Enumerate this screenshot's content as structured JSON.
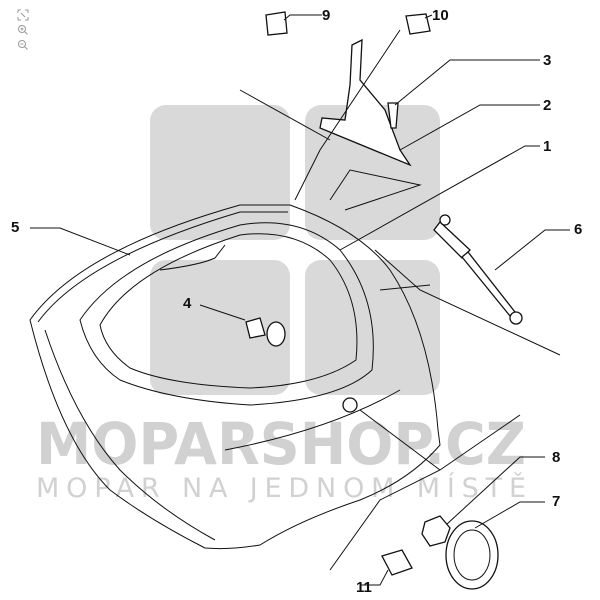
{
  "toolbar": {
    "icons": [
      "fit-screen-icon",
      "zoom-in-icon",
      "zoom-out-icon"
    ]
  },
  "watermark": {
    "line1": "MOPARSHOP.CZ",
    "line2": "MOPAR NA JEDNOM MÍSTĚ"
  },
  "callouts": {
    "p1": "1",
    "p2": "2",
    "p3": "3",
    "p4": "4",
    "p5": "5",
    "p6": "6",
    "p7": "7",
    "p8": "8",
    "p9": "9",
    "p10": "10",
    "p11": "11"
  },
  "colors": {
    "watermark": "#c9c9c9",
    "line": "#111111"
  }
}
